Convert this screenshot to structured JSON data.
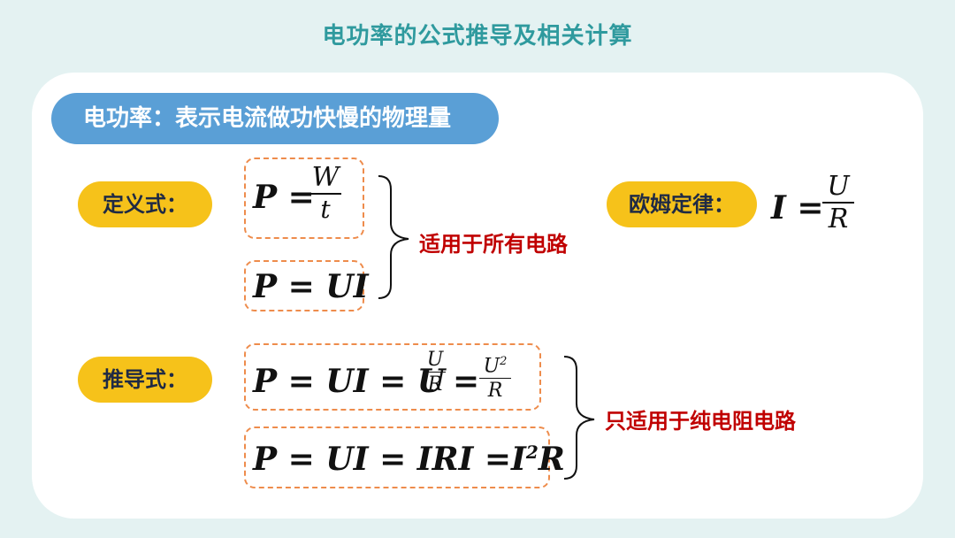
{
  "title": "电功率的公式推导及相关计算",
  "banner": "电功率：表示电流做功快慢的物理量",
  "labels": {
    "definition": "定义式：",
    "ohm": "欧姆定律：",
    "derived": "推导式："
  },
  "formulas": {
    "def1": {
      "lhs": "P",
      "eq": "=",
      "num": "W",
      "den": "t"
    },
    "def2": {
      "text": "P = UI"
    },
    "ohm": {
      "lhs": "I",
      "eq": "=",
      "num": "U",
      "den": "R"
    },
    "der1": {
      "part1": "P = UI = U",
      "frac1_num": "U",
      "frac1_den": "R",
      "eq": "=",
      "frac2_num": "U",
      "frac2_sup": "2",
      "frac2_den": "R"
    },
    "der2": {
      "text": "P = UI = IRI =I",
      "sup": "2",
      "tail": "R"
    }
  },
  "notes": {
    "all_circuits": "适用于所有电路",
    "pure_resistive": "只适用于纯电阻电路"
  },
  "colors": {
    "background": "#e4f2f2",
    "title": "#2f9a9e",
    "banner": "#5a9fd6",
    "pill": "#f6c21a",
    "dashed_border": "#ee8c4c",
    "note": "#c00000"
  }
}
